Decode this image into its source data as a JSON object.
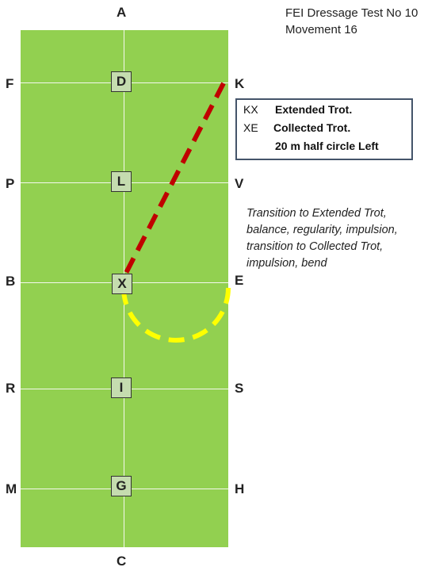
{
  "title": {
    "line1": "FEI Dressage Test No 10",
    "line2": "Movement 16"
  },
  "arena": {
    "top_letter": "A",
    "bottom_letter": "C",
    "left_letters": [
      "F",
      "P",
      "B",
      "R",
      "M"
    ],
    "right_letters": [
      "K",
      "V",
      "E",
      "S",
      "H"
    ],
    "centre_markers": [
      "D",
      "L",
      "X",
      "I",
      "G"
    ],
    "colors": {
      "arena": "#92d050",
      "extended_trot_path": "#c00000",
      "collected_trot_path": "#ffff00"
    }
  },
  "movement_box": {
    "rows": [
      {
        "code": "KX",
        "text": "Extended Trot."
      },
      {
        "code": "XE",
        "text": "Collected Trot."
      },
      {
        "code": "",
        "text": "20 m half circle Left"
      }
    ]
  },
  "comment_lines": [
    "Transition to Extended Trot,",
    "balance, regularity, impulsion,",
    "transition to Collected Trot,",
    "impulsion, bend"
  ]
}
